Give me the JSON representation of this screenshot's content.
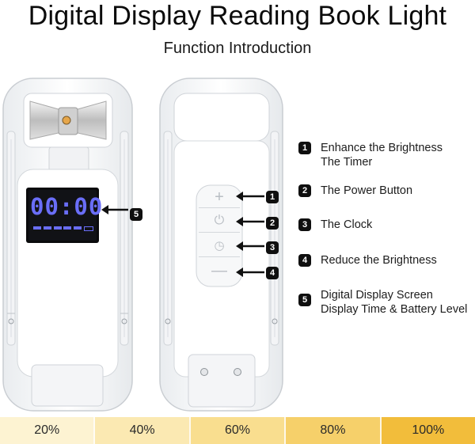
{
  "header": {
    "title": "Digital Display Reading Book Light",
    "subtitle": "Function Introduction"
  },
  "display": {
    "time_text": "00:00"
  },
  "callouts": [
    {
      "number": "1",
      "lines": [
        "Enhance the Brightness",
        "The Timer"
      ]
    },
    {
      "number": "2",
      "lines": [
        "The Power Button"
      ]
    },
    {
      "number": "3",
      "lines": [
        "The Clock"
      ]
    },
    {
      "number": "4",
      "lines": [
        "Reduce the Brightness"
      ]
    },
    {
      "number": "5",
      "lines": [
        "Digital Display Screen",
        "Display Time & Battery Level"
      ]
    }
  ],
  "brightness_bar": {
    "levels": [
      "20%",
      "40%",
      "60%",
      "80%",
      "100%"
    ],
    "colors": [
      "#fdf3d2",
      "#fbe9b2",
      "#f9de8f",
      "#f6d06a",
      "#f2bd3b"
    ]
  },
  "colors": {
    "display_digits": "#6a6ef8",
    "display_bg": "#0a0a0c",
    "badge": "#0f0f0f"
  }
}
